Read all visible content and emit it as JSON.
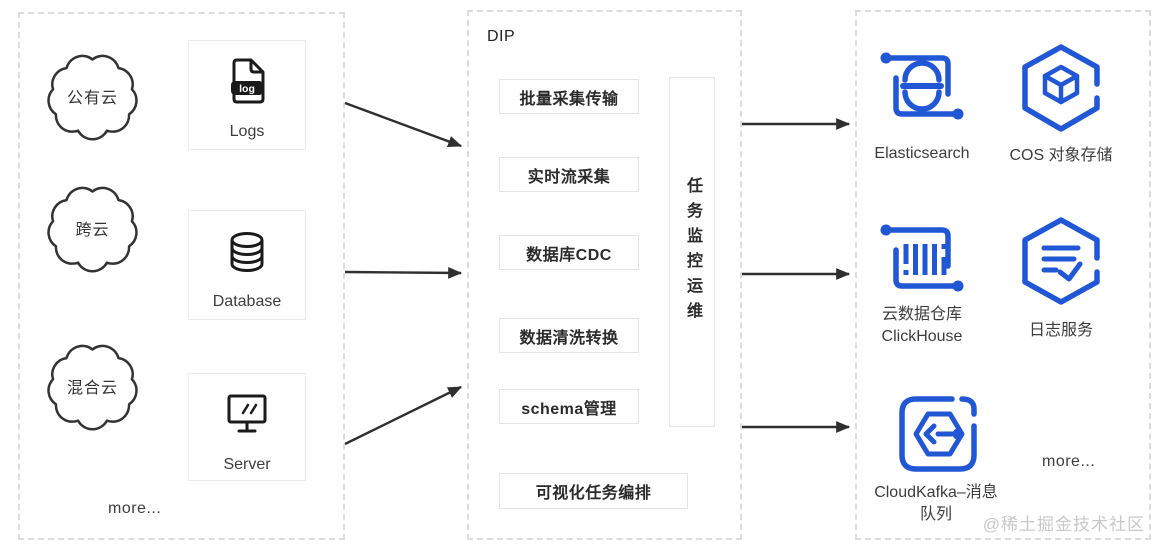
{
  "diagram": {
    "sources": {
      "clouds": [
        {
          "label": "公有云"
        },
        {
          "label": "跨云"
        },
        {
          "label": "混合云"
        }
      ],
      "nodes": [
        {
          "label": "Logs",
          "badge": "log"
        },
        {
          "label": "Database"
        },
        {
          "label": "Server"
        }
      ],
      "more_label": "more..."
    },
    "dip": {
      "title": "DIP",
      "modules": [
        {
          "label": "批量采集传输"
        },
        {
          "label": "实时流采集"
        },
        {
          "label": "数据库CDC"
        },
        {
          "label": "数据清洗转换"
        },
        {
          "label": "schema管理"
        },
        {
          "label": "可视化任务编排"
        }
      ],
      "sidebar_label": "任务监控运维"
    },
    "destinations": {
      "nodes": [
        {
          "label": "Elasticsearch"
        },
        {
          "label": "COS 对象存储"
        },
        {
          "label": "云数据仓库\nClickHouse"
        },
        {
          "label": "日志服务"
        },
        {
          "label": "CloudKafka–消息\n队列"
        }
      ],
      "more_label": "more..."
    }
  },
  "watermark": "@稀土掘金技术社区",
  "colors": {
    "brand_blue": "#2157d4",
    "line_dark": "#2f2f2f"
  }
}
